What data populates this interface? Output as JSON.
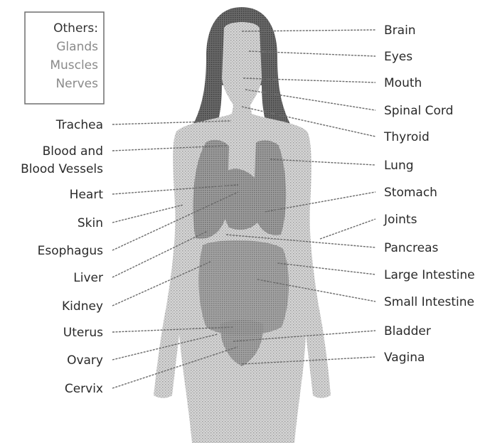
{
  "legend_box": {
    "title": "Others:",
    "items": [
      "Glands",
      "Muscles",
      "Nerves"
    ]
  },
  "left_labels": [
    "Trachea",
    "Blood and",
    "Blood Vessels",
    "Heart",
    "Skin",
    "Esophagus",
    "Liver",
    "Kidney",
    "Uterus",
    "Ovary",
    "Cervix"
  ],
  "right_labels": [
    "Brain",
    "Eyes",
    "Mouth",
    "Spinal Cord",
    "Thyroid",
    "Lung",
    "Stomach",
    "Joints",
    "Pancreas",
    "Large Intestine",
    "Small Intestine",
    "Bladder",
    "Vagina"
  ],
  "colors": {
    "body": "#c9c9c9",
    "hair": "#555555",
    "organs": "#8e8e8e",
    "text": "#2a2a2a",
    "muted_text": "#8a8a8a"
  }
}
